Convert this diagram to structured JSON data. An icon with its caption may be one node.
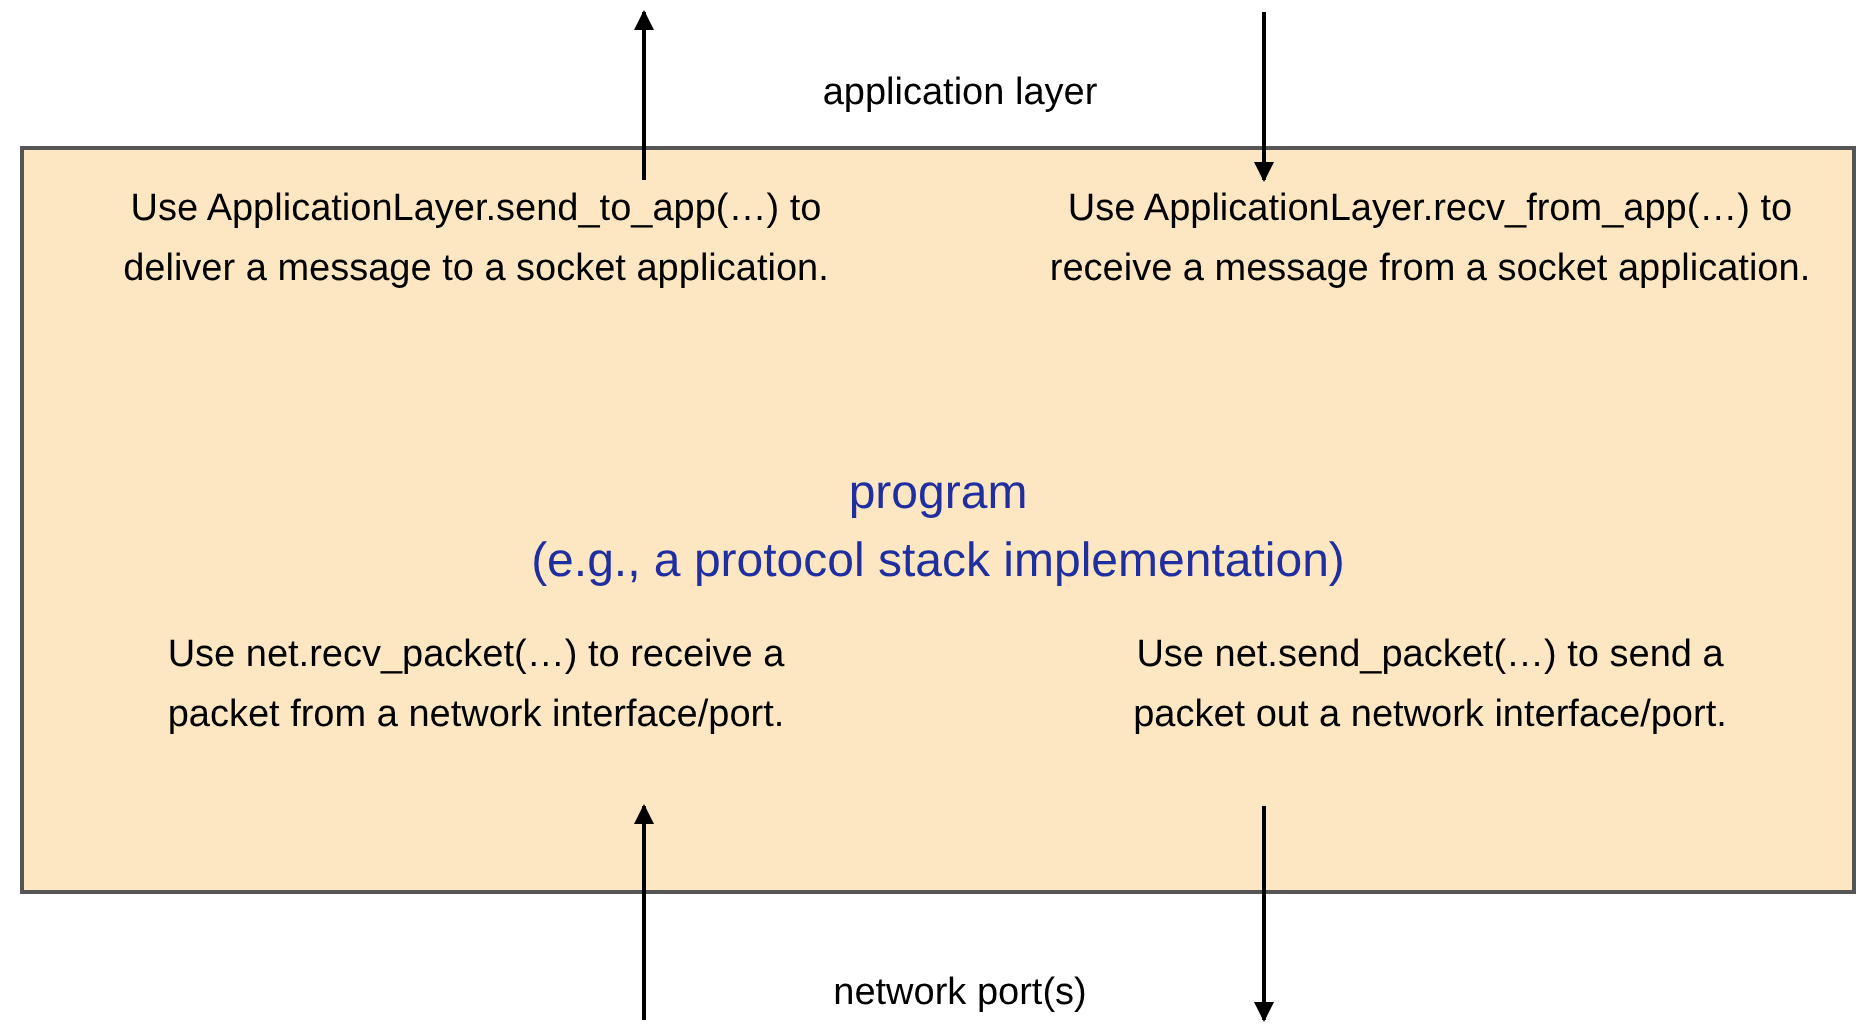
{
  "diagram": {
    "nodes": [
      {
        "text": [
          "program",
          "(e.g., a protocol stack implementation)"
        ]
      },
      {
        "text": [
          "Use ApplicationLayer.send_to_app(…) to deliver a message to a socket application."
        ],
        "in": 0
      },
      {
        "text": [
          "Use ApplicationLayer.recv_from_app(…) to receive a message from a socket application."
        ],
        "in": 0
      },
      {
        "text": [
          "Use net.recv_packet(…) to receive a packet from a network interface/port."
        ],
        "in": 0
      },
      {
        "text": [
          "Use net.send_packet(…) to send a packet out a network interface/port."
        ],
        "in": 0
      }
    ],
    "edges": [
      {
        "from": 1,
        "to": null,
        "arrow": "to"
      },
      {
        "from": null,
        "to": 2,
        "arrow": "to"
      },
      {
        "from": null,
        "to": 3,
        "arrow": "to"
      },
      {
        "from": 4,
        "to": null,
        "arrow": "to"
      }
    ],
    "labels": [
      "application layer",
      "network port(s)"
    ]
  }
}
